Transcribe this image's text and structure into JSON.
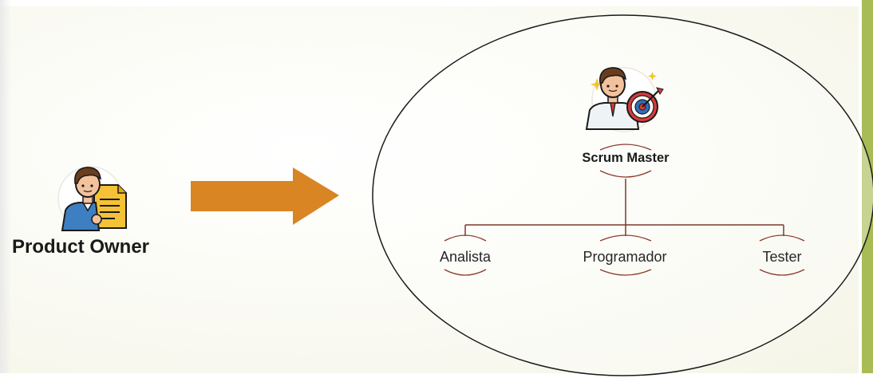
{
  "product_owner": {
    "label": "Product Owner",
    "avatar_icon": "product-owner-avatar-icon"
  },
  "scrum_master": {
    "label": "Scrum Master",
    "avatar_icon": "scrum-master-avatar-icon"
  },
  "team_roles": [
    {
      "label": "Analista"
    },
    {
      "label": "Programador"
    },
    {
      "label": "Tester"
    }
  ],
  "colors": {
    "arrow": "#d98524",
    "connector": "#7a3b2b",
    "circle_border": "#1a1a1a",
    "accent_edge": "#a8bc56",
    "background": "#fbfbf5"
  }
}
